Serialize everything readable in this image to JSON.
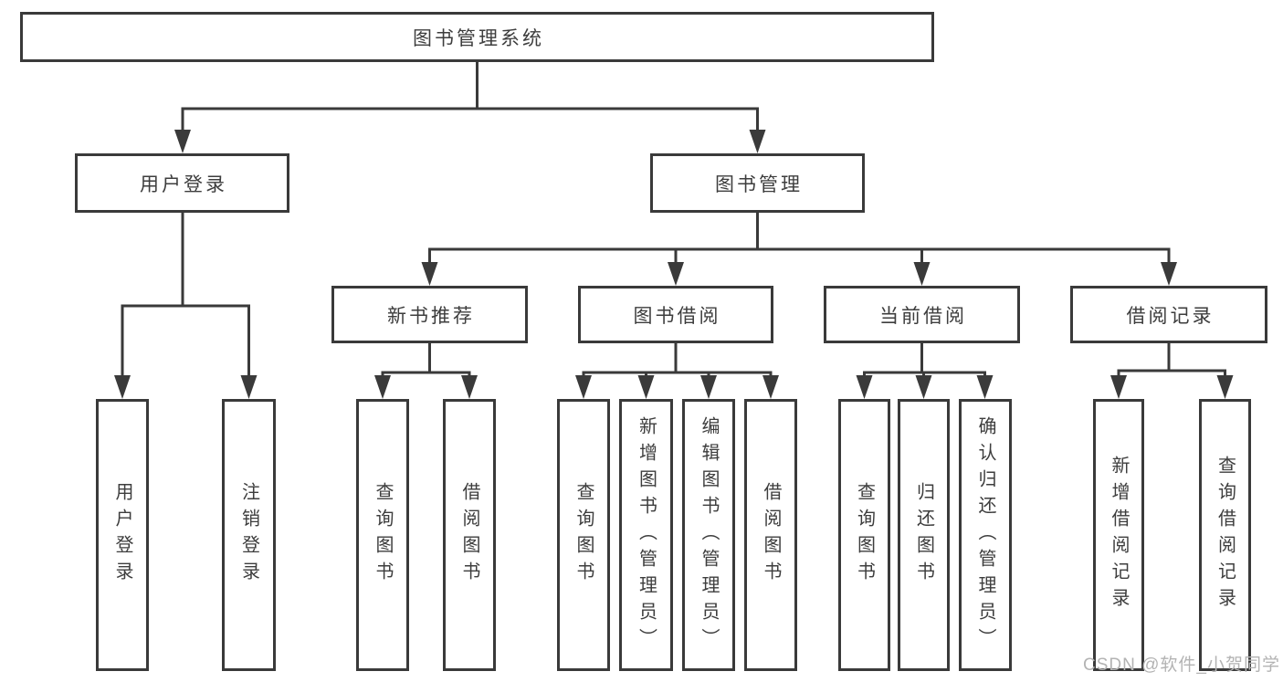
{
  "diagram": {
    "type": "hierarchy-tree",
    "title": "图书管理系统"
  },
  "nodes": {
    "root": {
      "label": "图书管理系统"
    },
    "login": {
      "label": "用户登录"
    },
    "mgmt": {
      "label": "图书管理"
    },
    "rec": {
      "label": "新书推荐"
    },
    "borrow": {
      "label": "图书借阅"
    },
    "current": {
      "label": "当前借阅"
    },
    "records": {
      "label": "借阅记录"
    },
    "login_user": {
      "label": "用户登录"
    },
    "login_logout": {
      "label": "注销登录"
    },
    "rec_query": {
      "label": "查询图书"
    },
    "rec_borrow": {
      "label": "借阅图书"
    },
    "borrow_query": {
      "label": "查询图书"
    },
    "borrow_add": {
      "label": "新增图书（管理员）"
    },
    "borrow_edit": {
      "label": "编辑图书（管理员）"
    },
    "borrow_borrow": {
      "label": "借阅图书"
    },
    "current_query": {
      "label": "查询图书"
    },
    "current_return": {
      "label": "归还图书"
    },
    "current_confirm": {
      "label": "确认归还（管理员）"
    },
    "records_add": {
      "label": "新增借阅记录"
    },
    "records_query": {
      "label": "查询借阅记录"
    }
  },
  "hierarchy": {
    "图书管理系统": {
      "用户登录": [
        "用户登录",
        "注销登录"
      ],
      "图书管理": {
        "新书推荐": [
          "查询图书",
          "借阅图书"
        ],
        "图书借阅": [
          "查询图书",
          "新增图书（管理员）",
          "编辑图书（管理员）",
          "借阅图书"
        ],
        "当前借阅": [
          "查询图书",
          "归还图书",
          "确认归还（管理员）"
        ],
        "借阅记录": [
          "新增借阅记录",
          "查询借阅记录"
        ]
      }
    }
  },
  "watermark": {
    "text": "CSDN @软件_小贺同学"
  },
  "colors": {
    "line": "#3a3a3a",
    "text": "#3d3d3d",
    "watermark": "#b3b3b3",
    "background": "#ffffff"
  }
}
